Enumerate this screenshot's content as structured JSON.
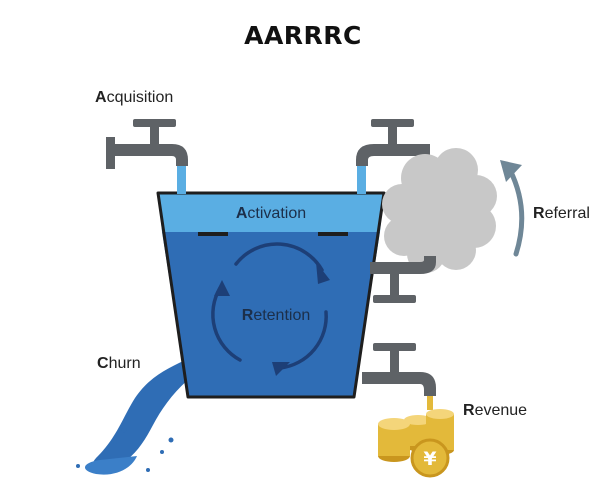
{
  "title": "AARRRC",
  "stages": {
    "acquisition": {
      "initial": "A",
      "rest": "cquisition"
    },
    "activation": {
      "initial": "A",
      "rest": "ctivation"
    },
    "retention": {
      "initial": "R",
      "rest": "etention"
    },
    "referral": {
      "initial": "R",
      "rest": "eferral"
    },
    "revenue": {
      "initial": "R",
      "rest": "evenue"
    },
    "churn": {
      "initial": "C",
      "rest": "hurn"
    }
  },
  "coin_symbol": "¥",
  "colors": {
    "water_light": "#5aaee3",
    "water_dark": "#2f6db5",
    "bucket_outline": "#1e1e1e",
    "faucet": "#5e6266",
    "cloud": "#c8c8c8",
    "coin": "#e3b93a",
    "arrow_referral": "#6f8797",
    "arrow_retention": "#1d3f77"
  }
}
